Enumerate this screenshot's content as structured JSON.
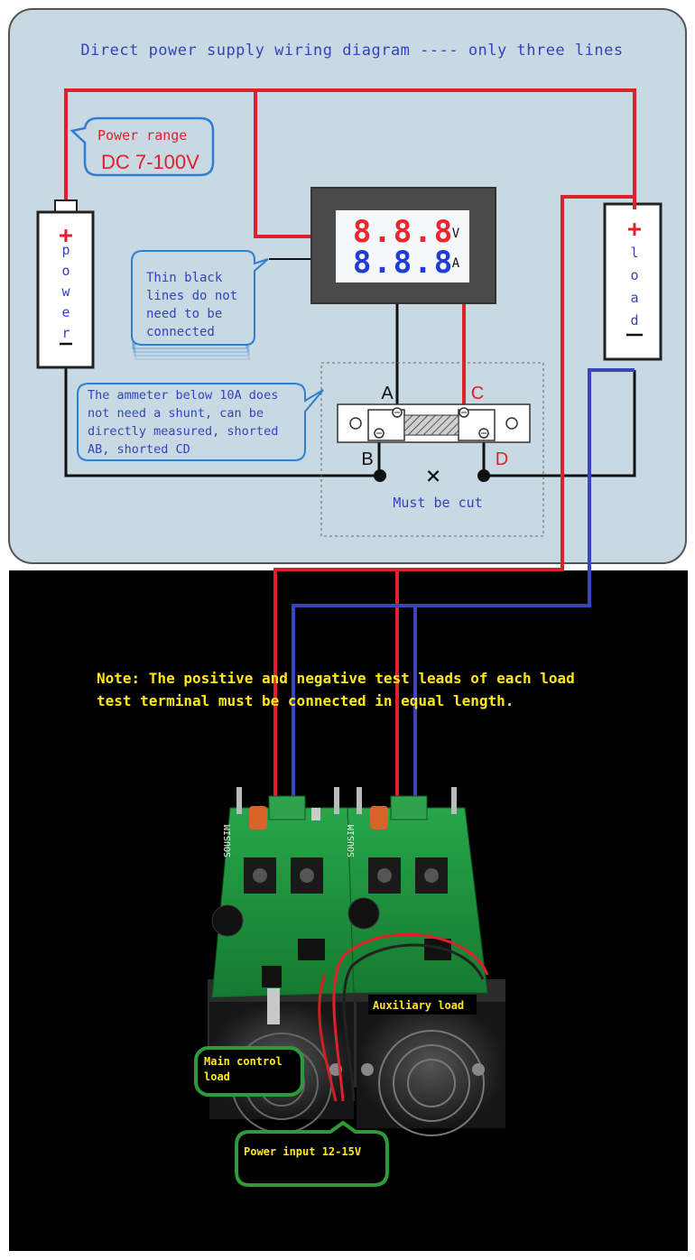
{
  "diagram": {
    "title": "Direct power supply wiring diagram ---- only three lines",
    "power_range": {
      "line1": "Power range",
      "line2": "DC 7-100V"
    },
    "power_block": {
      "plus": "+",
      "letters": [
        "p",
        "o",
        "w",
        "e",
        "r"
      ],
      "minus": "-"
    },
    "load_block": {
      "plus": "+",
      "letters": [
        "l",
        "o",
        "a",
        "d"
      ],
      "minus": "—"
    },
    "meter": {
      "voltage_digits": "8.8.8",
      "voltage_unit": "V",
      "current_digits": "8.8.8",
      "current_unit": "A"
    },
    "thin_black_note": [
      "Thin black",
      "lines do not",
      "need to be",
      "connected"
    ],
    "ammeter_note": [
      "The ammeter below 10A does",
      "not need a shunt, can be",
      "directly measured, shorted",
      "AB, shorted CD"
    ],
    "shunt_labels": {
      "a": "A",
      "b": "B",
      "c": "C",
      "d": "D"
    },
    "cut_mark": "×",
    "cut_text": "Must be cut"
  },
  "photo": {
    "note": [
      "Note: The positive and negative test leads of each load",
      "test terminal must be connected in equal length."
    ],
    "board_brand": "SOUSIM",
    "callouts": {
      "auxiliary": "Auxiliary load",
      "main_control": [
        "Main control",
        "load"
      ],
      "power_input": "Power input 12-15V"
    }
  },
  "colors": {
    "panel_bg": "#c8d9e4",
    "title_text": "#3344bb",
    "red_wire": "#e0202a",
    "blue_wire": "#3a46b8",
    "note_yellow": "#ffe81a",
    "callout_green": "#2e9b3a",
    "pcb_green": "#1e9a3e"
  }
}
